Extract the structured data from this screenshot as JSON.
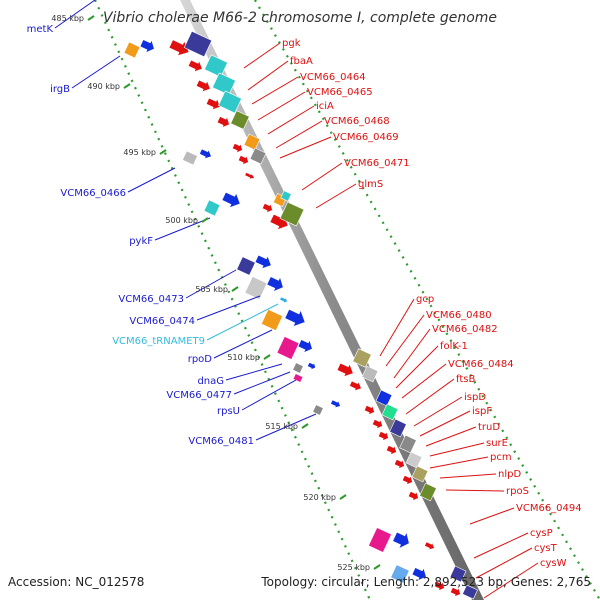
{
  "title": "Vibrio cholerae M66-2 chromosome I, complete genome",
  "footer": {
    "accession": "Accession: NC_012578",
    "topology": "Topology: circular; Length: 2,892,523 bp; Genes: 2,765"
  },
  "colors": {
    "backbone": "#8c8c8c",
    "dots": "#2e9a2e",
    "left_label": "#1a1acc",
    "right_label": "#dd1111",
    "trna_label": "#33bbdd",
    "blue": "#1030e0",
    "red": "#e01010",
    "cyan": "#30c8c8",
    "navy": "#3a3a9a",
    "orange": "#f29a1a",
    "olive": "#6a8c2a",
    "gray": "#8a8a8a",
    "pink": "#e8198c",
    "green": "#20e090",
    "tan": "#aaa060"
  },
  "ticks": [
    "485 kbp",
    "490 kbp",
    "495 kbp",
    "500 kbp",
    "505 kbp",
    "510 kbp",
    "515 kbp",
    "520 kbp",
    "525 kbp"
  ],
  "left_labels": [
    "metK",
    "irgB",
    "VCM66_0466",
    "pykF",
    "VCM66_0473",
    "VCM66_0474",
    "VCM66_tRNAMET9",
    "rpoD",
    "dnaG",
    "VCM66_0477",
    "rpsU",
    "VCM66_0481"
  ],
  "right_labels": [
    "pgk",
    "fbaA",
    "VCM66_0464",
    "VCM66_0465",
    "iciA",
    "VCM66_0468",
    "VCM66_0469",
    "VCM66_0471",
    "glmS",
    "gcp",
    "VCM66_0480",
    "VCM66_0482",
    "folK-1",
    "VCM66_0484",
    "ftsB",
    "ispD",
    "ispF",
    "truD",
    "surE",
    "pcm",
    "nlpD",
    "rpoS",
    "VCM66_0494",
    "cysP",
    "cysT",
    "cysW"
  ]
}
